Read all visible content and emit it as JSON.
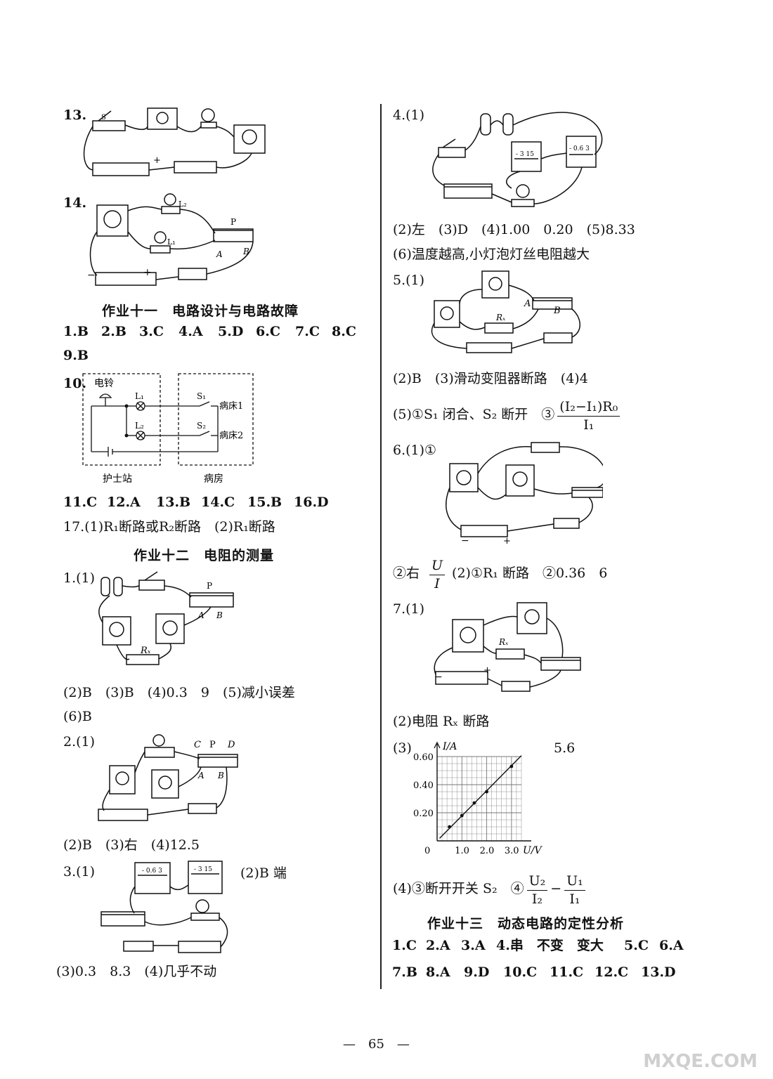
{
  "left": {
    "q13": {
      "num": "13."
    },
    "q14": {
      "num": "14.",
      "labels": {
        "l2": "L₂",
        "l1": "L₁",
        "p": "P",
        "a": "A",
        "b": "B",
        "minus": "−",
        "plus": "+"
      }
    },
    "sec11": {
      "title": "作业十一　电路设计与电路故障"
    },
    "row1": [
      "1.B",
      "2.B",
      "3.C",
      "4.A",
      "5.D",
      "6.C",
      "7.C",
      "8.C"
    ],
    "row2": [
      "9.B"
    ],
    "q10": {
      "num": "10.",
      "bell": "电铃",
      "l1": "L₁",
      "l2": "L₂",
      "s1": "S₁",
      "s2": "S₂",
      "bed1": "病床1",
      "bed2": "病床2",
      "station": "护士站",
      "ward": "病房"
    },
    "row3": [
      "11.C",
      "12.A",
      "13.B",
      "14.C",
      "15.B",
      "16.D"
    ],
    "q17": "17.(1)R₁断路或R₂断路　(2)R₁断路",
    "sec12": {
      "title": "作业十二　电阻的测量"
    },
    "q1": {
      "num": "1.(1)",
      "rx": "Rₓ",
      "p": "P",
      "a": "A",
      "b": "B",
      "ans": "(2)B　(3)B　(4)0.3　9　(5)减小误差",
      "ans2": "(6)B"
    },
    "q2": {
      "num": "2.(1)",
      "c": "C",
      "p": "P",
      "d": "D",
      "a": "A",
      "b": "B",
      "ans": "(2)B　(3)右　(4)12.5"
    },
    "q3": {
      "num": "3.(1)",
      "side": "(2)B 端",
      "ans": "(3)0.3　8.3　(4)几乎不动"
    }
  },
  "right": {
    "q4": {
      "num": "4.(1)",
      "ans1": "(2)左　(3)D　(4)1.00　0.20　(5)8.33",
      "ans2": "(6)温度越高,小灯泡灯丝电阻越大"
    },
    "q5": {
      "num": "5.(1)",
      "a": "A",
      "b": "B",
      "rx": "Rₓ",
      "ans1": "(2)B　(3)滑动变阻器断路　(4)4",
      "ans2_pre": "(5)①S₁ 闭合、S₂ 断开　③",
      "frac_num": "(I₂−I₁)R₀",
      "frac_den": "I₁"
    },
    "q6": {
      "num": "6.(1)①",
      "ans_pre": "②右",
      "frac_num": "U",
      "frac_den": "I",
      "ans_post": "(2)①R₁ 断路　②0.36　6"
    },
    "q7": {
      "num": "7.(1)",
      "rx": "Rₓ",
      "ans2": "(2)电阻 Rₓ 断路",
      "ans3_num": "(3)",
      "ans3_val": "5.6",
      "ans4_pre": "(4)③断开开关 S₂　④",
      "f1_num": "U₂",
      "f1_den": "I₂",
      "minus": "−",
      "f2_num": "U₁",
      "f2_den": "I₁"
    },
    "sec13": {
      "title": "作业十三　动态电路的定性分析"
    },
    "row1": [
      "1.C",
      "2.A",
      "3.A",
      "4.串　不变　变大",
      "5.C",
      "6.A"
    ],
    "row2": [
      "7.B",
      "8.A",
      "9.D",
      "10.C",
      "11.C",
      "12.C",
      "13.D"
    ]
  },
  "chart_data": {
    "type": "scatter",
    "xlabel": "U/V",
    "ylabel": "I/A",
    "x_ticks": [
      "0",
      "1.0",
      "2.0",
      "3.0"
    ],
    "y_ticks": [
      "0.20",
      "0.40",
      "0.60"
    ],
    "xlim": [
      0,
      3.4
    ],
    "ylim": [
      0,
      0.6
    ],
    "grid": true,
    "points": [
      {
        "x": 0.5,
        "y": 0.1
      },
      {
        "x": 1.0,
        "y": 0.18
      },
      {
        "x": 1.5,
        "y": 0.27
      },
      {
        "x": 2.0,
        "y": 0.35
      },
      {
        "x": 3.0,
        "y": 0.53
      }
    ],
    "fit_line": {
      "x": [
        0.1,
        3.4
      ],
      "y": [
        0.018,
        0.607
      ]
    }
  },
  "footer": {
    "page": "—　65　—",
    "watermark": "MXQE.COM"
  }
}
